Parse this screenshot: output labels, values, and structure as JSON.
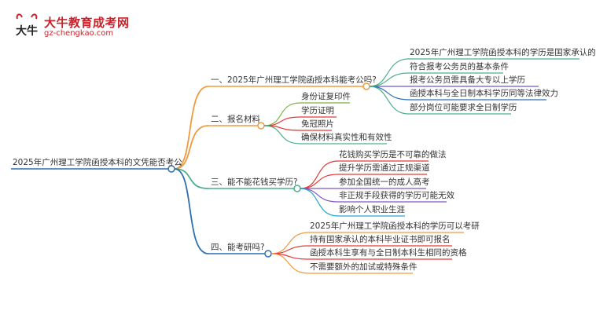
{
  "logo": {
    "title": "大牛教育成考网",
    "url": "gz-chengkao.com",
    "mark_text": "大牛"
  },
  "mindmap": {
    "root": "2025年广州理工学院函授本科的文凭能否考公",
    "branches": [
      {
        "label": "一、2025年广州理工学院函授本科能考公吗?",
        "color": "#f09a3e",
        "children": [
          "2025年广州理工学院函授本科的学历是国家承认的",
          "符合报考公务员的基本条件",
          "报考公务员需具备大专以上学历",
          "函授本科与全日制本科学历同等法律效力",
          "部分岗位可能要求全日制学历"
        ],
        "child_colors": [
          "#4caf8a",
          "#4caf8a",
          "#6a5acd",
          "#2f6fb0",
          "#4caf8a"
        ]
      },
      {
        "label": "二、报名材料",
        "color": "#f09a3e",
        "children": [
          "身份证复印件",
          "学历证明",
          "免冠照片",
          "确保材料真实性和有效性"
        ],
        "child_colors": [
          "#7cb342",
          "#e53935",
          "#e53935",
          "#4caf8a"
        ]
      },
      {
        "label": "三、能不能花钱买学历?",
        "color": "#4caf8a",
        "children": [
          "花钱购买学历是不可靠的做法",
          "提升学历需通过正规渠道",
          "参加全国统一的成人高考",
          "非正规手段获得的学历可能无效",
          "影响个人职业生涯"
        ],
        "child_colors": [
          "#e53935",
          "#e53935",
          "#7e57c2",
          "#7e57c2",
          "#26a6c9"
        ]
      },
      {
        "label": "四、能考研吗?",
        "color": "#2f6fb0",
        "children": [
          "2025年广州理工学院函授本科的学历可以考研",
          "持有国家承认的本科毕业证书即可报名",
          "函授本科生享有与全日制本科生相同的资格",
          "不需要额外的加试或特殊条件"
        ],
        "child_colors": [
          "#f09a3e",
          "#e53935",
          "#e53935",
          "#f09a3e"
        ]
      }
    ]
  }
}
